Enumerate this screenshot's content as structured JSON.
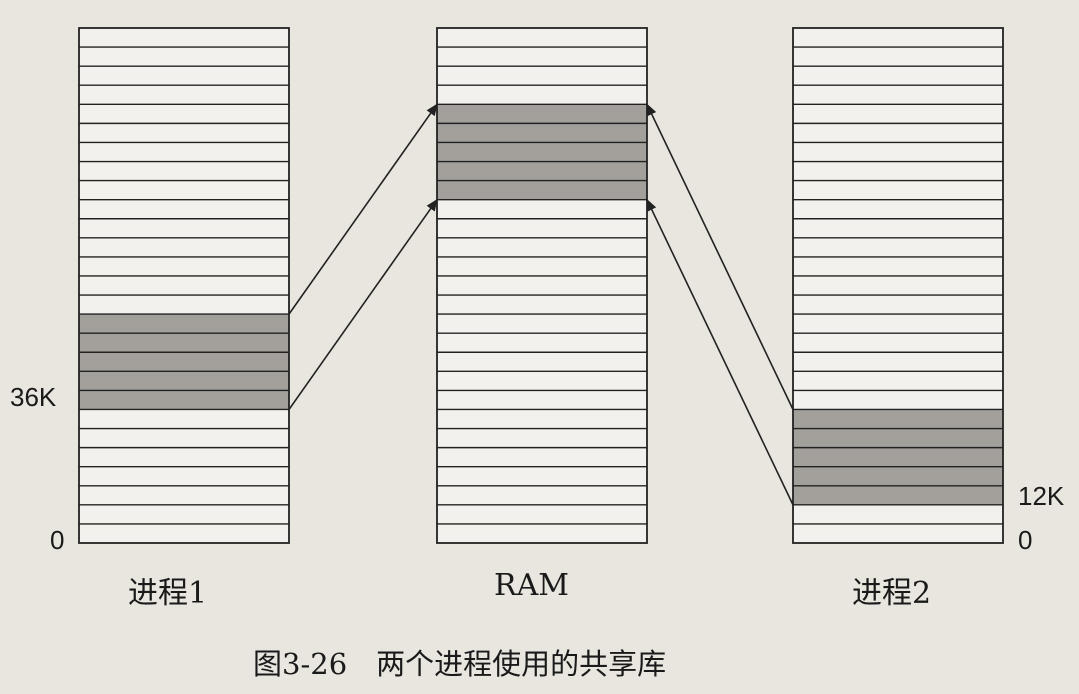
{
  "figure": {
    "caption": "图3-26　两个进程使用的共享库",
    "colors": {
      "background": "#e9e5df",
      "stripe": "#f3f1ed",
      "shared": "#a3a09b",
      "line": "#222222"
    }
  },
  "columns": [
    {
      "id": "process1",
      "label": "进程1",
      "rows": 27,
      "shared_rows": [
        15,
        16,
        17,
        18,
        19
      ],
      "markers": [
        {
          "text": "36K",
          "row_boundary": 20
        },
        {
          "text": "0",
          "row_boundary": 27
        }
      ]
    },
    {
      "id": "ram",
      "label": "RAM",
      "rows": 27,
      "shared_rows": [
        4,
        5,
        6,
        7,
        8
      ],
      "markers": []
    },
    {
      "id": "process2",
      "label": "进程2",
      "rows": 27,
      "shared_rows": [
        20,
        21,
        22,
        23,
        24
      ],
      "markers": [
        {
          "text": "12K",
          "row_boundary": 25
        },
        {
          "text": "0",
          "row_boundary": 27
        }
      ]
    }
  ],
  "arrows": [
    {
      "from": "process1.top",
      "to": "ram.top"
    },
    {
      "from": "process1.bottom",
      "to": "ram.bottom"
    },
    {
      "from": "process2.top",
      "to": "ram.top"
    },
    {
      "from": "process2.bottom",
      "to": "ram.bottom"
    }
  ]
}
